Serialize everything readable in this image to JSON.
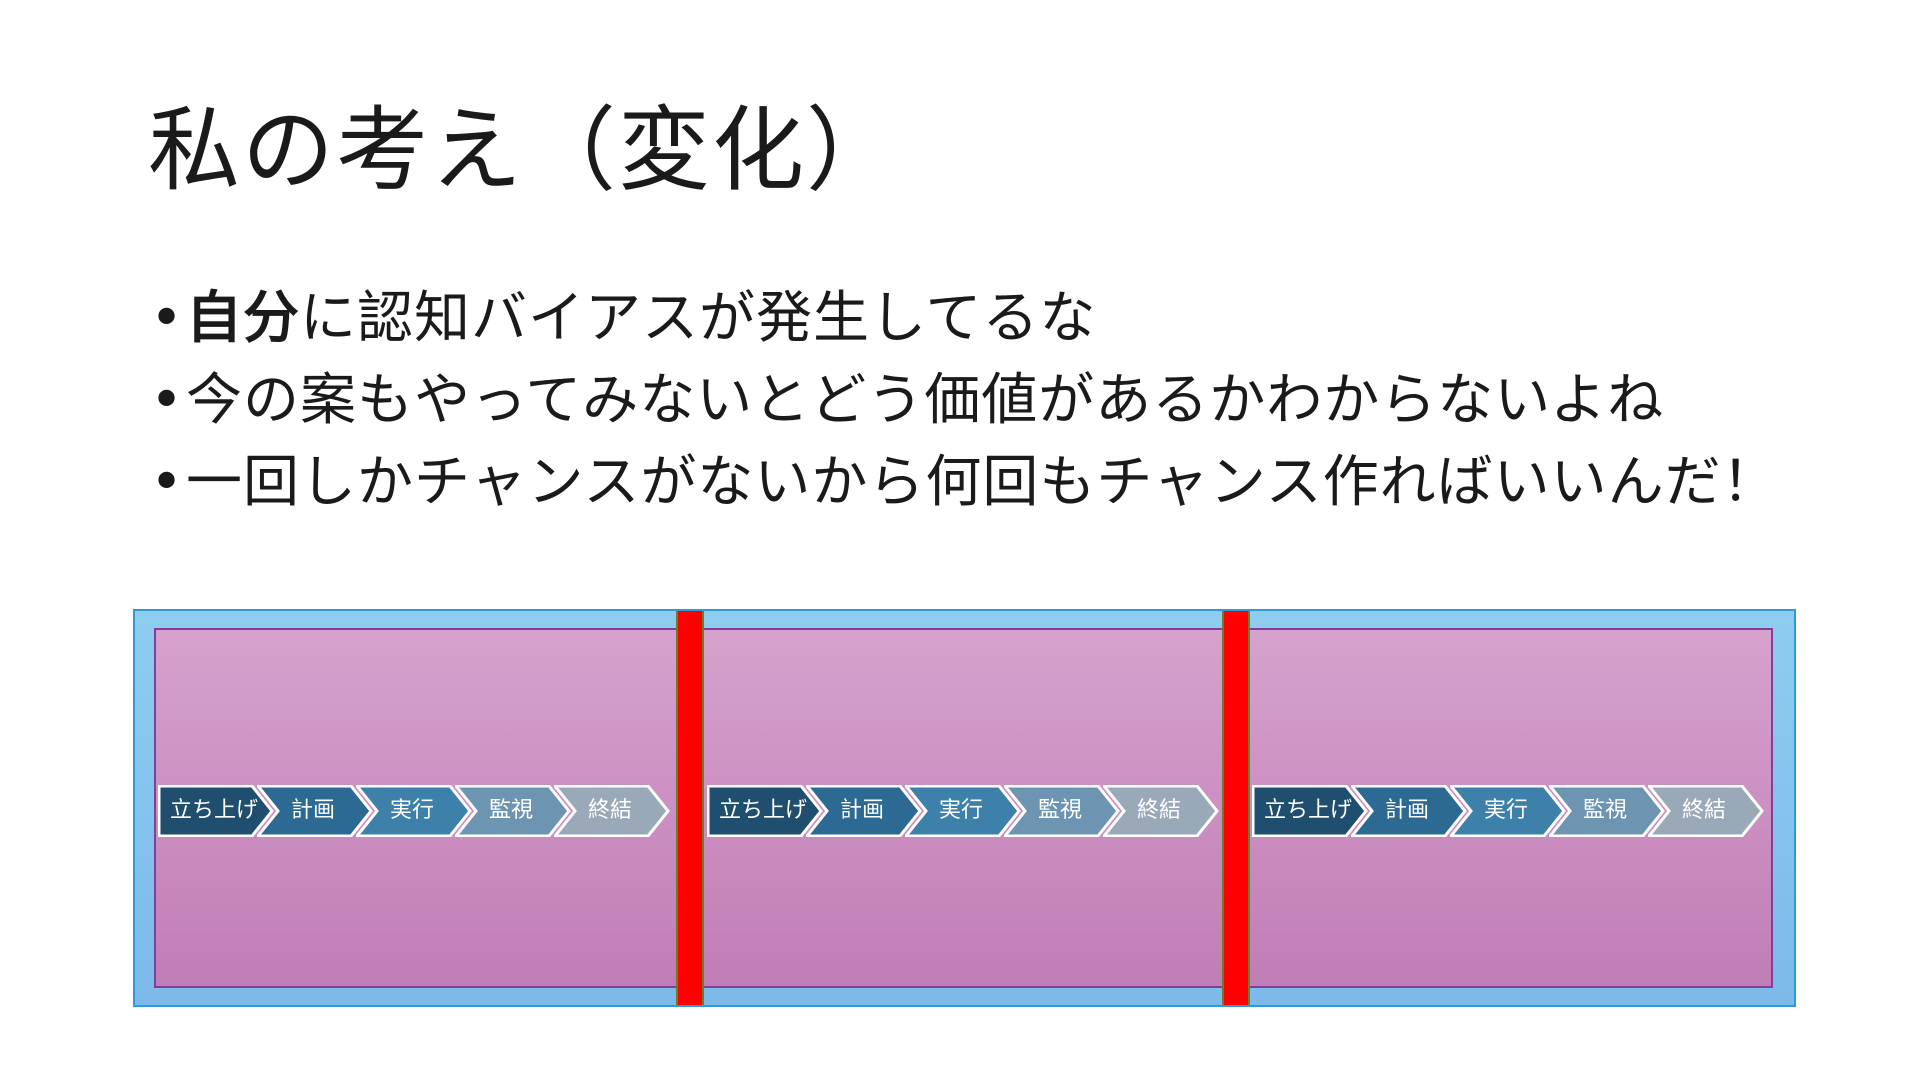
{
  "slide": {
    "title": "私の考え（変化）",
    "bullets": [
      {
        "bold": "自分",
        "text": "に認知バイアスが発生してるな"
      },
      {
        "bold": "",
        "text": "今の案もやってみないとどう価値があるかわからないよね"
      },
      {
        "bold": "",
        "text": "一回しかチャンスがないから何回もチャンス作ればいいんだ！"
      }
    ]
  },
  "diagram": {
    "process_steps": [
      "立ち上げ",
      "計画",
      "実行",
      "監視",
      "終結"
    ],
    "step_colors": [
      "#1f4e6f",
      "#2c6a93",
      "#3d80aa",
      "#6d95b2",
      "#9aa9b8"
    ],
    "outer_color": "#8ecdf0",
    "inner_color": "#cc8fc2",
    "divider_color": "#ff0000",
    "repeat_count": 3
  }
}
